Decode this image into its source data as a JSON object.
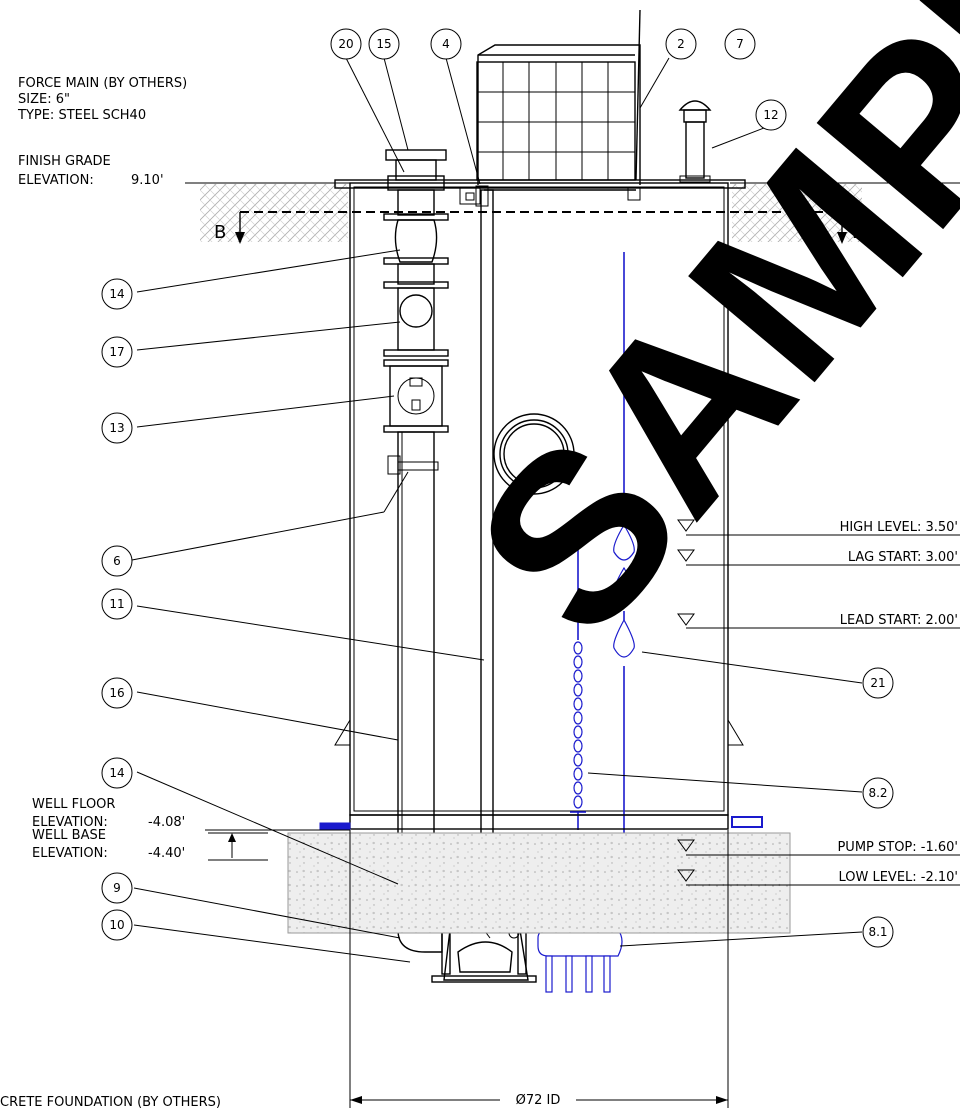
{
  "force_main": {
    "title": "FORCE MAIN (BY OTHERS)",
    "size": "SIZE: 6\"",
    "type": "TYPE: STEEL SCH40"
  },
  "finish_grade": {
    "line1": "FINISH GRADE",
    "label": "ELEVATION:",
    "value": "9.10'"
  },
  "section_marks": {
    "left": "B",
    "right": "B"
  },
  "levels": {
    "high": "HIGH LEVEL: 3.50'",
    "lag_start": "LAG START: 3.00'",
    "lead_start": "LEAD START: 2.00'",
    "pump_stop": "PUMP STOP: -1.60'",
    "low": "LOW LEVEL: -2.10'"
  },
  "well_floor": {
    "line1": "WELL FLOOR",
    "label": "ELEVATION:",
    "value": "-4.08'"
  },
  "well_base": {
    "line1": "WELL BASE",
    "label": "ELEVATION:",
    "value": "-4.40'"
  },
  "foundation": "CRETE FOUNDATION (BY OTHERS)",
  "diameter": "Ø72 ID",
  "watermark": "SAMPLE",
  "callouts": {
    "c20": "20",
    "c15": "15",
    "c4": "4",
    "c2": "2",
    "c7": "7",
    "c12": "12",
    "c14a": "14",
    "c17": "17",
    "c13": "13",
    "c6": "6",
    "c11": "11",
    "c16": "16",
    "c14b": "14",
    "c9": "9",
    "c10": "10",
    "c21": "21",
    "c82": "8.2",
    "c81": "8.1"
  },
  "colors": {
    "line": "#000000",
    "float_cable": "#1a1acd",
    "pump": "#1a1acd",
    "watermark": "#000000"
  }
}
